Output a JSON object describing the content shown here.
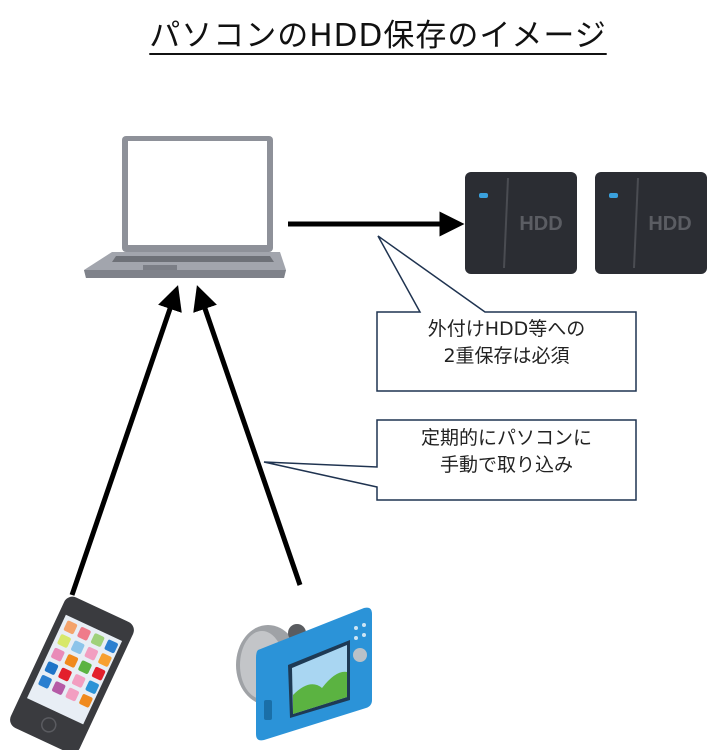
{
  "title": "パソコンのHDD保存のイメージ",
  "hdd_label": "HDD",
  "callouts": [
    {
      "lines": [
        "外付けHDD等への",
        "2重保存は必須"
      ]
    },
    {
      "lines": [
        "定期的にパソコンに",
        "手動で取り込み"
      ]
    }
  ],
  "colors": {
    "arrow": "#000000",
    "callout_border": "#1f3350",
    "hdd_body": "#2b2d33",
    "hdd_led": "#3aa0dc",
    "camera": "#2b93d8"
  }
}
